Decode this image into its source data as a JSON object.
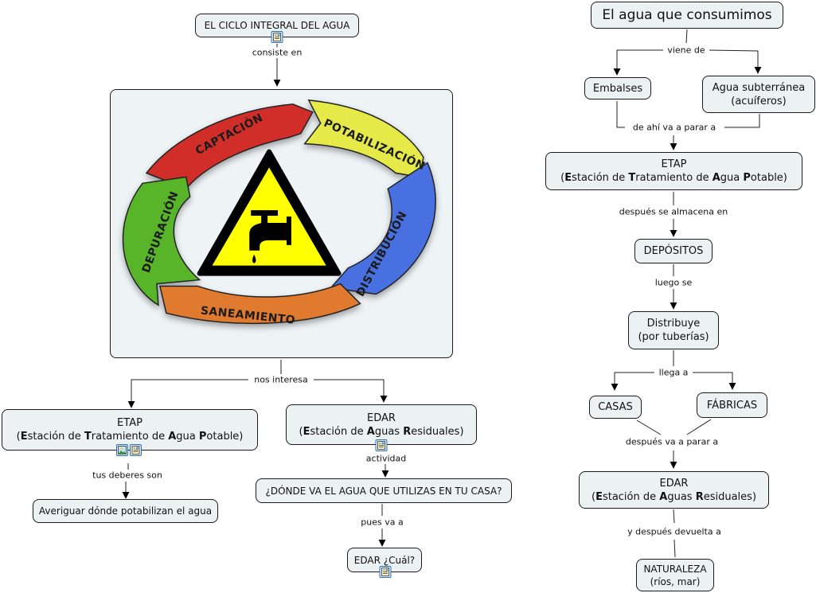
{
  "left_map": {
    "root": {
      "text": "EL CICLO INTEGRAL DEL AGUA",
      "icon": "document-icon"
    },
    "link_root_image": "consiste en",
    "cycle_image": {
      "center_icon": "tap-warning-icon",
      "segments": [
        {
          "label": "CAPTACIÓN",
          "color": "#d12f2a"
        },
        {
          "label": "POTABILIZACIÓN",
          "color": "#e6ea4a"
        },
        {
          "label": "DISTRIBUCIÓN",
          "color": "#4a6fe0"
        },
        {
          "label": "SANEAMIENTO",
          "color": "#e07a2e"
        },
        {
          "label": "DEPURACIÓN",
          "color": "#58b52a"
        }
      ]
    },
    "link_image_children": "nos interesa",
    "etap": {
      "title": "ETAP",
      "parts": [
        {
          "text": "(",
          "bold": false
        },
        {
          "text": "E",
          "bold": true
        },
        {
          "text": "stación de ",
          "bold": false
        },
        {
          "text": "T",
          "bold": true
        },
        {
          "text": "ratamiento de ",
          "bold": false
        },
        {
          "text": "A",
          "bold": true
        },
        {
          "text": "gua ",
          "bold": false
        },
        {
          "text": "P",
          "bold": true
        },
        {
          "text": "otable)",
          "bold": false
        }
      ],
      "icons": [
        "image-icon",
        "document-icon"
      ]
    },
    "link_etap": "tus deberes son",
    "etap_task": "Averiguar dónde potabilizan el agua",
    "edar": {
      "title": "EDAR",
      "parts": [
        {
          "text": "(",
          "bold": false
        },
        {
          "text": "E",
          "bold": true
        },
        {
          "text": "stación de ",
          "bold": false
        },
        {
          "text": "A",
          "bold": true
        },
        {
          "text": "guas ",
          "bold": false
        },
        {
          "text": "R",
          "bold": true
        },
        {
          "text": "esiduales)",
          "bold": false
        }
      ],
      "icons": [
        "document-icon"
      ]
    },
    "link_edar": "actividad",
    "question": "¿DÓNDE VA EL AGUA QUE UTILIZAS EN TU CASA?",
    "link_question": "pues va a",
    "edar_which": {
      "text": "EDAR ¿Cuál?",
      "icon": "document-icon"
    }
  },
  "right_map": {
    "root": "El agua que consumimos",
    "link_root": "viene de",
    "embalses": "Embalses",
    "subterranea": {
      "line1": "Agua subterránea",
      "line2": "(acuíferos)"
    },
    "link_sources": "de ahí va a parar a",
    "etap": {
      "title": "ETAP",
      "parts": [
        {
          "text": "(",
          "bold": false
        },
        {
          "text": "E",
          "bold": true
        },
        {
          "text": "stación de ",
          "bold": false
        },
        {
          "text": "T",
          "bold": true
        },
        {
          "text": "ratamiento de ",
          "bold": false
        },
        {
          "text": "A",
          "bold": true
        },
        {
          "text": "gua ",
          "bold": false
        },
        {
          "text": "P",
          "bold": true
        },
        {
          "text": "otable)",
          "bold": false
        }
      ]
    },
    "link_etap": "después se almacena en",
    "depositos": "DEPÓSITOS",
    "link_depositos": "luego se",
    "distribuye": {
      "line1": "Distribuye",
      "line2": "(por tuberías)"
    },
    "link_distribuye": "llega a",
    "casas": "CASAS",
    "fabricas": "FÁBRICAS",
    "link_consumers": "después va a parar a",
    "edar": {
      "title": "EDAR",
      "parts": [
        {
          "text": "(",
          "bold": false
        },
        {
          "text": "E",
          "bold": true
        },
        {
          "text": "stación de ",
          "bold": false
        },
        {
          "text": "A",
          "bold": true
        },
        {
          "text": "guas ",
          "bold": false
        },
        {
          "text": "R",
          "bold": true
        },
        {
          "text": "esiduales)",
          "bold": false
        }
      ]
    },
    "link_edar": "y después devuelta a",
    "naturaleza": {
      "line1": "NATURALEZA",
      "line2": "(ríos, mar)"
    }
  }
}
